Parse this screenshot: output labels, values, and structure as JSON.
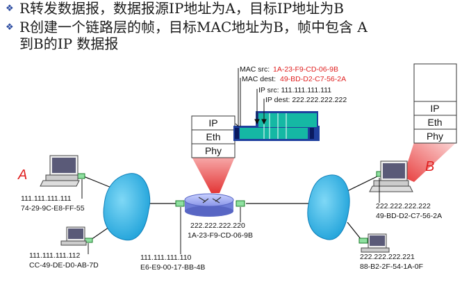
{
  "bullets": [
    "R转发数据报，数据报源IP地址为A，目标IP地址为B",
    "R创建一个链路层的帧，目标MAC地址为B，帧中包含 A",
    "到B的IP 数据报"
  ],
  "frame": {
    "mac_src_label": "MAC src:",
    "mac_src_value": "1A-23-F9-CD-06-9B",
    "mac_dest_label": "MAC dest:",
    "mac_dest_value": "49-BD-D2-C7-56-2A",
    "ip_src": "IP src: 111.111.111.111",
    "ip_dest": "IP dest: 222.222.222.222"
  },
  "router_stack": [
    "IP",
    "Eth",
    "Phy"
  ],
  "host_b_stack": [
    "IP",
    "Eth",
    "Phy"
  ],
  "host_a_name": "A",
  "host_b_name": "B",
  "hosts": {
    "a": {
      "ip": "111.111.111.111",
      "mac": "74-29-9C-E8-FF-55"
    },
    "a2": {
      "ip": "111.111.111.112",
      "mac": "CC-49-DE-D0-AB-7D"
    },
    "b": {
      "ip": "222.222.222.222",
      "mac": "49-BD-D2-C7-56-2A"
    },
    "b2": {
      "ip": "222.222.222.221",
      "mac": "88-B2-2F-54-1A-0F"
    }
  },
  "router": {
    "left": {
      "ip": "111.111.111.110",
      "mac": "E6-E9-00-17-BB-4B"
    },
    "right": {
      "ip": "222.222.222.220",
      "mac": "1A-23-F9-CD-06-9B"
    }
  },
  "colors": {
    "accent_red": "#e02020",
    "frame_blue": "#1f3f9e",
    "frame_teal": "#15b8a4",
    "network_cyan": "#2ab4e6"
  }
}
